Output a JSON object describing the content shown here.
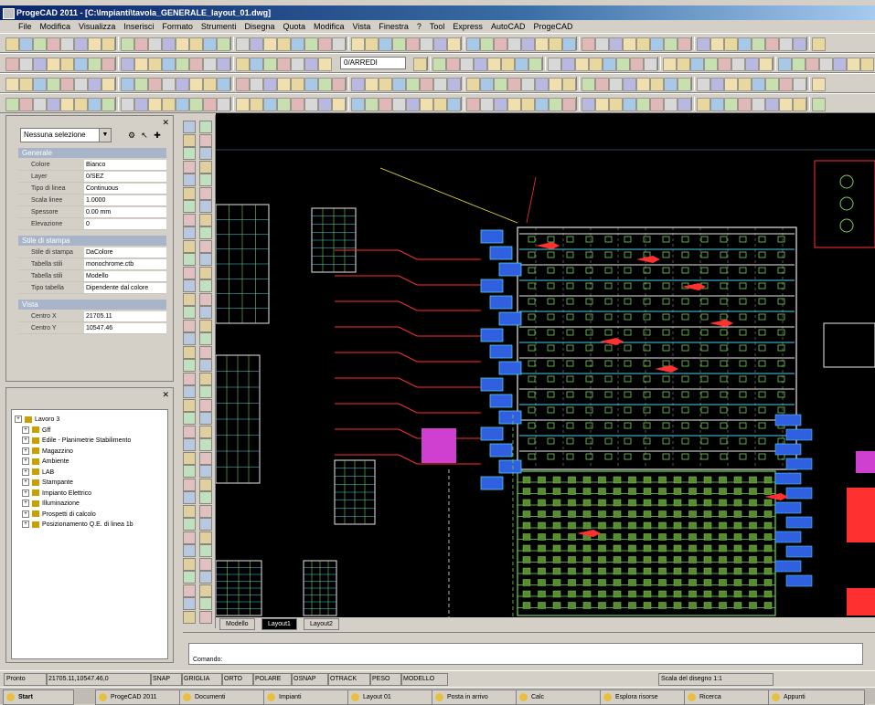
{
  "window": {
    "title": "ProgeCAD 2011 - [C:\\Impianti\\tavola_GENERALE_layout_01.dwg]"
  },
  "menu": [
    "File",
    "Modifica",
    "Visualizza",
    "Inserisci",
    "Formato",
    "Strumenti",
    "Disegna",
    "Quota",
    "Modifica",
    "Vista",
    "Finestra",
    "?",
    "Tool",
    "Express",
    "AutoCAD",
    "ProgeCAD"
  ],
  "toolbar": {
    "layer_value": "0/ARREDI"
  },
  "properties": {
    "entity_selector": "Nessuna selezione",
    "sections": [
      {
        "title": "Generale",
        "rows": [
          {
            "key": "Colore",
            "value": "Bianco"
          },
          {
            "key": "Layer",
            "value": "0/SEZ"
          },
          {
            "key": "Tipo di linea",
            "value": "Continuous"
          },
          {
            "key": "Scala linee",
            "value": "1.0000"
          },
          {
            "key": "Spessore",
            "value": "0.00 mm"
          },
          {
            "key": "Elevazione",
            "value": "0"
          }
        ]
      },
      {
        "title": "Stile di stampa",
        "rows": [
          {
            "key": "Stile di stampa",
            "value": "DaColore"
          },
          {
            "key": "Tabella stili",
            "value": "monochrome.ctb"
          },
          {
            "key": "Tabella stili",
            "value": "Modello"
          },
          {
            "key": "Tipo tabella",
            "value": "Dipendente dal colore"
          }
        ]
      },
      {
        "title": "Vista",
        "rows": [
          {
            "key": "Centro X",
            "value": "21705.11"
          },
          {
            "key": "Centro Y",
            "value": "10547.46"
          }
        ]
      }
    ]
  },
  "tree": {
    "items": [
      {
        "label": "Lavoro 3",
        "level": 0
      },
      {
        "label": "Gff",
        "level": 1
      },
      {
        "label": "Edile - Planimetrie Stabilimento",
        "level": 1
      },
      {
        "label": "Magazzino",
        "level": 1
      },
      {
        "label": "Ambiente",
        "level": 1
      },
      {
        "label": "LAB",
        "level": 1
      },
      {
        "label": "Stampante",
        "level": 1
      },
      {
        "label": "Impianto Elettrico",
        "level": 1
      },
      {
        "label": "Illuminazione",
        "level": 1
      },
      {
        "label": "Prospetti di calcolo",
        "level": 1
      },
      {
        "label": "Posizionamento Q.E. di linea 1b",
        "level": 1
      }
    ]
  },
  "tabs": [
    "Modello",
    "Layout1",
    "Layout2"
  ],
  "command_line": {
    "prompt": "Comando:"
  },
  "statusbar": {
    "cells": [
      "Pronto",
      "21705.11,10547.46,0",
      "SNAP",
      "GRIGLIA",
      "ORTO",
      "POLARE",
      "OSNAP",
      "OTRACK",
      "PESO",
      "MODELLO",
      "Scala del disegno 1:1"
    ]
  },
  "taskbar": {
    "start_label": "Start",
    "items": [
      "ProgeCAD 2011",
      "Documenti",
      "Impianti",
      "Layout 01",
      "Posta in arrivo",
      "Calc",
      "Esplora risorse",
      "Ricerca",
      "Appunti"
    ]
  },
  "colors": {
    "canvas_bg": "#000000",
    "title_gradient_start": "#0a246a",
    "window_face": "#d4d0c8",
    "cad_green": "#79d05a",
    "cad_cyan": "#4ad0f0",
    "cad_red": "#ff3030",
    "cad_blue": "#3060e0",
    "cad_white": "#e8e8e8",
    "cad_magenta": "#d040d0",
    "cad_yellow": "#e8e030"
  }
}
